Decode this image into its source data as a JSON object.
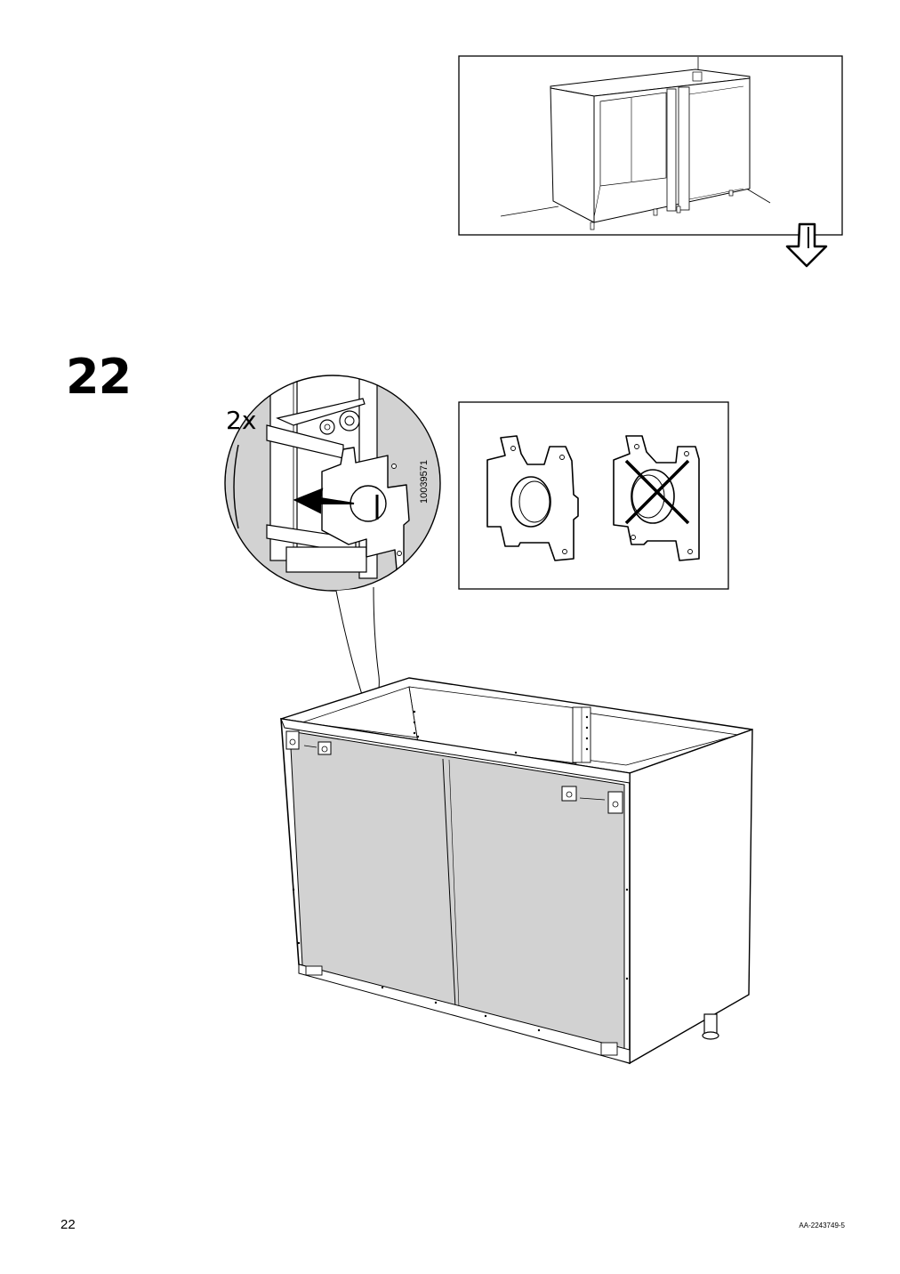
{
  "page": {
    "page_number": "22",
    "document_code": "AA-2243749-5"
  },
  "step": {
    "number": "22",
    "quantity_label": "2x",
    "part_number": "10039571"
  },
  "icons": {
    "next_page_arrow": "down-arrow-icon",
    "wrong_mark": "cross-icon"
  }
}
